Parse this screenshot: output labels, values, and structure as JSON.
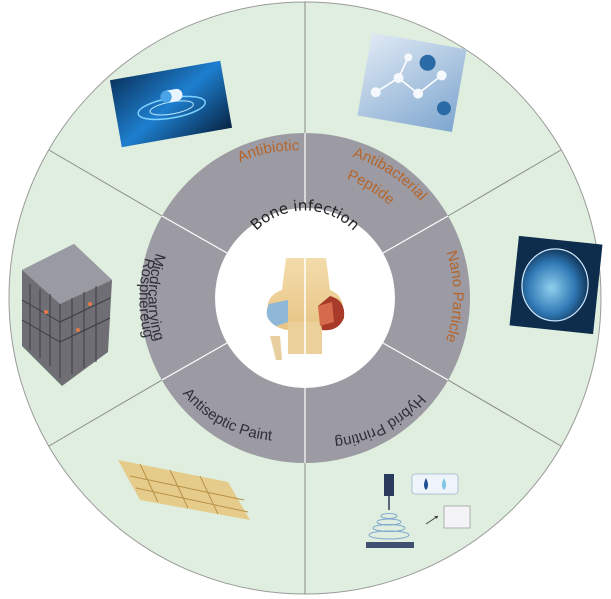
{
  "center": {
    "title": "Bone infection"
  },
  "segments": [
    {
      "label_lines": [
        "Antibiotic"
      ],
      "image": "capsule-tech-image"
    },
    {
      "label_lines": [
        "Antibacterial",
        "Peptide"
      ],
      "image": "molecule-virus-image"
    },
    {
      "label_lines": [
        "Nano Particle"
      ],
      "image": "petri-dish-image"
    },
    {
      "label_lines": [
        "Hybrid Printing"
      ],
      "image": "bioprinter-image"
    },
    {
      "label_lines": [
        "Antiseptic Paint"
      ],
      "image": "mesh-sheet-image"
    },
    {
      "label_lines": [
        "Micdrcarrying",
        "Rosphereug"
      ],
      "image": "lattice-scaffold-image"
    }
  ],
  "colors": {
    "outer_ring": "#dfeede",
    "middle_ring": "#9c9ba3",
    "center": "#ffffff",
    "ring_label_gold": "#b5652a",
    "ring_label_dark": "#2f2f38",
    "divider_outer": "#8a8a8a",
    "divider_middle": "#ffffff"
  }
}
